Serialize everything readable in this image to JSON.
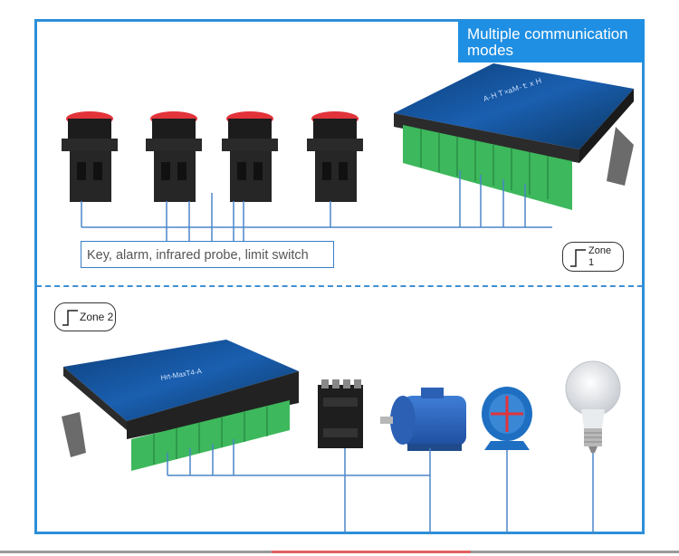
{
  "header": {
    "title_line1": "Multiple communication",
    "title_line2": "modes"
  },
  "zone1": {
    "caption": "Key, alarm, infrared probe, limit switch",
    "badge_line1": "Zone",
    "badge_line2": "1",
    "inputs": [
      "push-button",
      "push-button",
      "push-button",
      "push-button"
    ]
  },
  "zone2": {
    "badge": "Zone 2",
    "outputs": [
      "relay",
      "motor",
      "fan",
      "light-bulb"
    ]
  },
  "device": {
    "model_zone1": "A-ＨＴ×aＭ-ｔｘＨ",
    "model_zone2": "Hrt-MaxT4-A"
  },
  "colors": {
    "frame": "#2d8fd8",
    "title_bg": "#1f8fe3",
    "terminal_green": "#3db85c",
    "wire_blue": "#4a86c8",
    "button_red": "#e2333a"
  }
}
